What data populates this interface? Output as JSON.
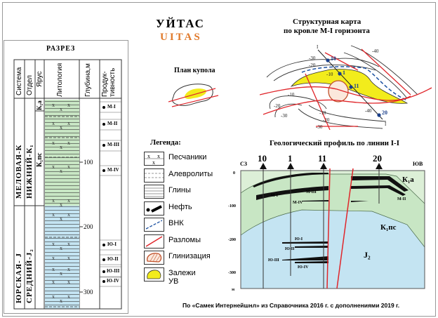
{
  "title": "УЙТАС",
  "subtitle": "UITAS",
  "section": {
    "title": "РАЗРЕЗ",
    "headers": [
      "Система",
      "Отдел",
      "Ярус",
      "Литология",
      "Глубина,м",
      "Продук-тивность"
    ],
    "systems": [
      "МЕЛОВАЯ-К",
      "ЮРСКАЯ- J"
    ],
    "series": [
      "НИЖНИЙ-К₁",
      "СРЕДНИЙ-J₂"
    ],
    "stages": [
      "К₁а",
      "К₁пс"
    ],
    "depths": [
      "100",
      "200",
      "300"
    ],
    "horizons": [
      "М-I",
      "М-II",
      "М-III",
      "М-IV",
      "Ю-I",
      "Ю-II",
      "Ю-III",
      "Ю-IV"
    ]
  },
  "dome_plan": {
    "title": "План купола"
  },
  "legend": {
    "title": "Легенда:",
    "items": [
      {
        "icon": "sandstone-icon",
        "label": "Песчаники"
      },
      {
        "icon": "siltstone-icon",
        "label": "Алевролиты"
      },
      {
        "icon": "clay-icon",
        "label": "Глины"
      },
      {
        "icon": "oil-icon",
        "label": "Нефть"
      },
      {
        "icon": "owc-icon",
        "label": "ВНК"
      },
      {
        "icon": "fault-icon",
        "label": "Разломы"
      },
      {
        "icon": "clay-zone-icon",
        "label": "Глинизация"
      },
      {
        "icon": "hydrocarbon-deposit-icon",
        "label": "Залежи УВ"
      }
    ]
  },
  "struct_map": {
    "title_line1": "Структурная карта",
    "title_line2": "по кровле М-I горизонта",
    "contours": [
      "-10",
      "-20",
      "-30",
      "-40",
      "-10",
      "-20",
      "-30",
      "-40",
      "-10",
      "-20",
      "-30"
    ],
    "wells": [
      "10",
      "1",
      "11",
      "20"
    ],
    "line_label": "I"
  },
  "profile": {
    "title": "Геологический профиль по линии I-I",
    "left": "СЗ",
    "right": "ЮВ",
    "wells": [
      "10",
      "1",
      "11",
      "20"
    ],
    "depth_labels": [
      "0",
      "-100",
      "-200",
      "-300",
      "м"
    ],
    "units": [
      "К₁а",
      "К₁пс",
      "J₂"
    ],
    "horizons": [
      "М-I",
      "М-III",
      "М-IV",
      "М-II",
      "Ю-I",
      "Ю-II",
      "Ю-III",
      "Ю-IV"
    ]
  },
  "colors": {
    "green": "#c8e6c4",
    "green_light": "#dcefd7",
    "blue": "#c4e4f2",
    "yellow": "#f2ec1c",
    "red": "#e0262b",
    "orange": "#e0792a",
    "well_blue": "#1a3f8a"
  },
  "footer": "По «Самек Интернейшнл» из Справочника 2016 г. с дополнениями 2019 г."
}
